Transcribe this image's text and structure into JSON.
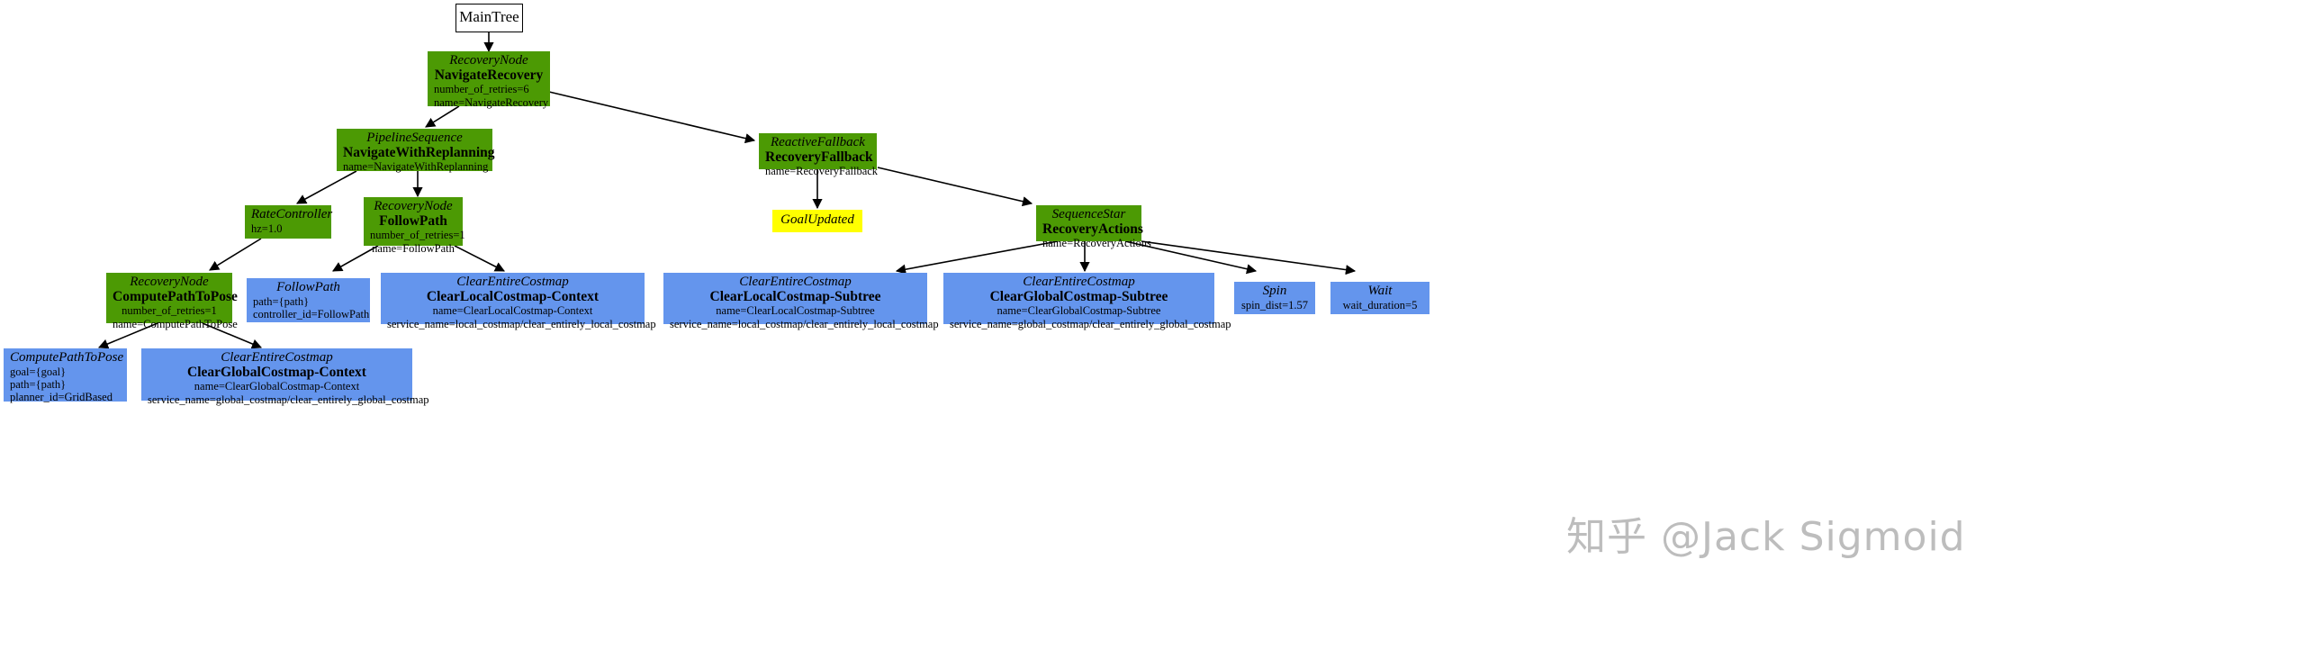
{
  "diagram": {
    "title": "MainTree",
    "colors": {
      "control": "#4c9a04",
      "action": "#6495ed",
      "condition": "#ffff00",
      "root": "#ffffff",
      "edge": "#000000"
    },
    "watermark": "知乎 @Jack Sigmoid"
  },
  "nodes": {
    "main_tree": {
      "title": "MainTree"
    },
    "navigate_recovery": {
      "type": "RecoveryNode",
      "name": "NavigateRecovery",
      "params": [
        "number_of_retries=6",
        "name=NavigateRecovery"
      ]
    },
    "navigate_with_replanning": {
      "type": "PipelineSequence",
      "name": "NavigateWithReplanning",
      "params": [
        "name=NavigateWithReplanning"
      ]
    },
    "recovery_fallback": {
      "type": "ReactiveFallback",
      "name": "RecoveryFallback",
      "params": [
        "name=RecoveryFallback"
      ]
    },
    "rate_controller": {
      "type": "RateController",
      "name": "",
      "params": [
        "hz=1.0"
      ]
    },
    "follow_path_recovery": {
      "type": "RecoveryNode",
      "name": "FollowPath",
      "params": [
        "number_of_retries=1",
        "name=FollowPath"
      ]
    },
    "goal_updated": {
      "type": "GoalUpdated",
      "name": "",
      "params": []
    },
    "recovery_actions": {
      "type": "SequenceStar",
      "name": "RecoveryActions",
      "params": [
        "name=RecoveryActions"
      ]
    },
    "compute_path_to_pose_recovery": {
      "type": "RecoveryNode",
      "name": "ComputePathToPose",
      "params": [
        "number_of_retries=1",
        "name=ComputePathToPose"
      ]
    },
    "follow_path_action": {
      "type": "FollowPath",
      "name": "",
      "params": [
        "path={path}",
        "controller_id=FollowPath"
      ]
    },
    "clear_local_costmap_context": {
      "type": "ClearEntireCostmap",
      "name": "ClearLocalCostmap-Context",
      "params": [
        "name=ClearLocalCostmap-Context",
        "service_name=local_costmap/clear_entirely_local_costmap"
      ]
    },
    "clear_local_costmap_subtree": {
      "type": "ClearEntireCostmap",
      "name": "ClearLocalCostmap-Subtree",
      "params": [
        "name=ClearLocalCostmap-Subtree",
        "service_name=local_costmap/clear_entirely_local_costmap"
      ]
    },
    "clear_global_costmap_subtree": {
      "type": "ClearEntireCostmap",
      "name": "ClearGlobalCostmap-Subtree",
      "params": [
        "name=ClearGlobalCostmap-Subtree",
        "service_name=global_costmap/clear_entirely_global_costmap"
      ]
    },
    "spin": {
      "type": "Spin",
      "name": "",
      "params": [
        "spin_dist=1.57"
      ]
    },
    "wait": {
      "type": "Wait",
      "name": "",
      "params": [
        "wait_duration=5"
      ]
    },
    "compute_path_to_pose_action": {
      "type": "ComputePathToPose",
      "name": "",
      "params": [
        "goal={goal}",
        "path={path}",
        "planner_id=GridBased"
      ]
    },
    "clear_global_costmap_context": {
      "type": "ClearEntireCostmap",
      "name": "ClearGlobalCostmap-Context",
      "params": [
        "name=ClearGlobalCostmap-Context",
        "service_name=global_costmap/clear_entirely_global_costmap"
      ]
    }
  }
}
